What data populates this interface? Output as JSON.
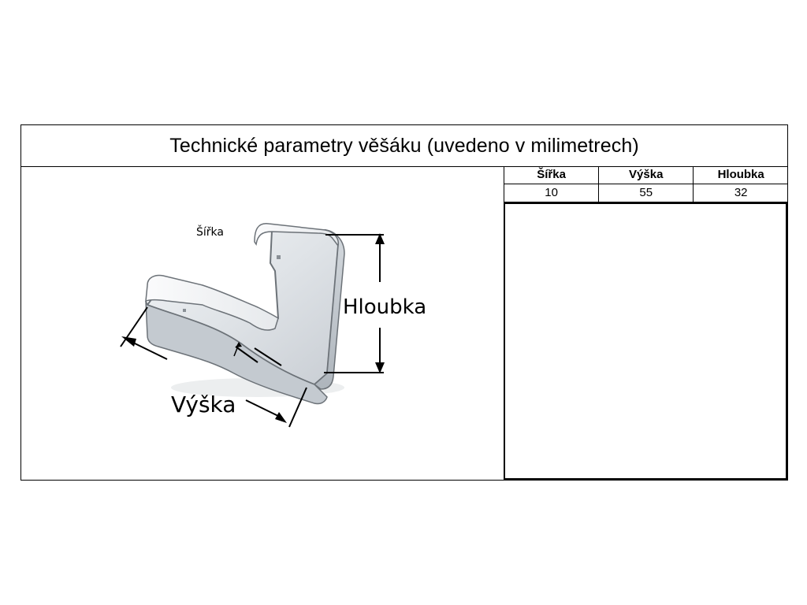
{
  "title": "Technické parametry věšáku (uvedeno v milimetrech)",
  "table": {
    "headers": [
      "Šířka",
      "Výška",
      "Hloubka"
    ],
    "values": [
      "10",
      "55",
      "32"
    ]
  },
  "diagram": {
    "label_width": "Šířka",
    "label_height": "Výška",
    "label_depth": "Hloubka"
  }
}
